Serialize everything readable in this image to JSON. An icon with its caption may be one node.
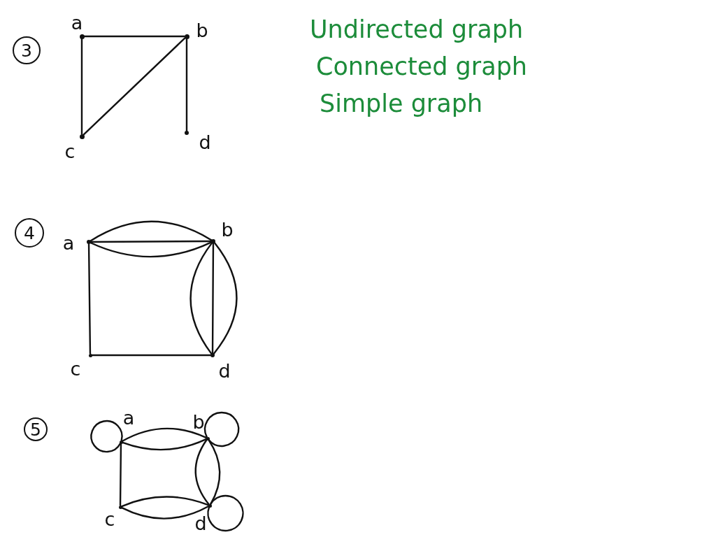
{
  "diagram": {
    "nodes": [
      {
        "text": [
          "3"
        ]
      },
      {
        "text": [],
        "shape": "circle",
        "beside": [
          "a"
        ]
      },
      {
        "text": [],
        "shape": "circle",
        "beside": [
          "b"
        ]
      },
      {
        "text": [],
        "shape": "circle",
        "beside": [
          "c"
        ]
      },
      {
        "text": [],
        "shape": "circle",
        "beside": [
          "d"
        ]
      },
      {
        "text": [
          "4"
        ]
      },
      {
        "text": [],
        "shape": "circle",
        "beside": [
          "a"
        ]
      },
      {
        "text": [],
        "shape": "circle",
        "beside": [
          "b"
        ]
      },
      {
        "text": [],
        "shape": "circle",
        "beside": [
          "c"
        ]
      },
      {
        "text": [],
        "shape": "circle",
        "beside": [
          "d"
        ]
      },
      {
        "text": [
          "5"
        ]
      },
      {
        "text": [],
        "shape": "circle",
        "beside": [
          "a"
        ]
      },
      {
        "text": [],
        "shape": "circle",
        "beside": [
          "b"
        ]
      },
      {
        "text": [],
        "shape": "circle",
        "beside": [
          "c"
        ]
      },
      {
        "text": [],
        "shape": "circle",
        "beside": [
          "d"
        ]
      }
    ],
    "edges": [
      {
        "from": 1,
        "to": 2,
        "arrow": "none"
      },
      {
        "from": 1,
        "to": 3,
        "arrow": "none"
      },
      {
        "from": 2,
        "to": 3,
        "arrow": "none"
      },
      {
        "from": 2,
        "to": 4,
        "arrow": "none"
      },
      {
        "from": 6,
        "to": 7,
        "arrow": "none"
      },
      {
        "from": 6,
        "to": 7,
        "arrow": "none"
      },
      {
        "from": 6,
        "to": 7,
        "arrow": "none"
      },
      {
        "from": 6,
        "to": 8,
        "arrow": "none"
      },
      {
        "from": 8,
        "to": 9,
        "arrow": "none"
      },
      {
        "from": 7,
        "to": 9,
        "arrow": "none"
      },
      {
        "from": 7,
        "to": 9,
        "arrow": "none"
      },
      {
        "from": 7,
        "to": 9,
        "arrow": "none"
      },
      {
        "from": 11,
        "to": 11,
        "arrow": "none"
      },
      {
        "from": 11,
        "to": 12,
        "arrow": "none"
      },
      {
        "from": 11,
        "to": 12,
        "arrow": "none"
      },
      {
        "from": 12,
        "to": 12,
        "arrow": "none"
      },
      {
        "from": 11,
        "to": 13,
        "arrow": "none"
      },
      {
        "from": 12,
        "to": 14,
        "arrow": "none"
      },
      {
        "from": 12,
        "to": 14,
        "arrow": "none"
      },
      {
        "from": 13,
        "to": 14,
        "arrow": "none"
      },
      {
        "from": 13,
        "to": 14,
        "arrow": "none"
      },
      {
        "from": 14,
        "to": 14,
        "arrow": "none"
      }
    ],
    "labels": [
      "Undirected graph",
      "Connected graph",
      "Simple graph"
    ]
  }
}
